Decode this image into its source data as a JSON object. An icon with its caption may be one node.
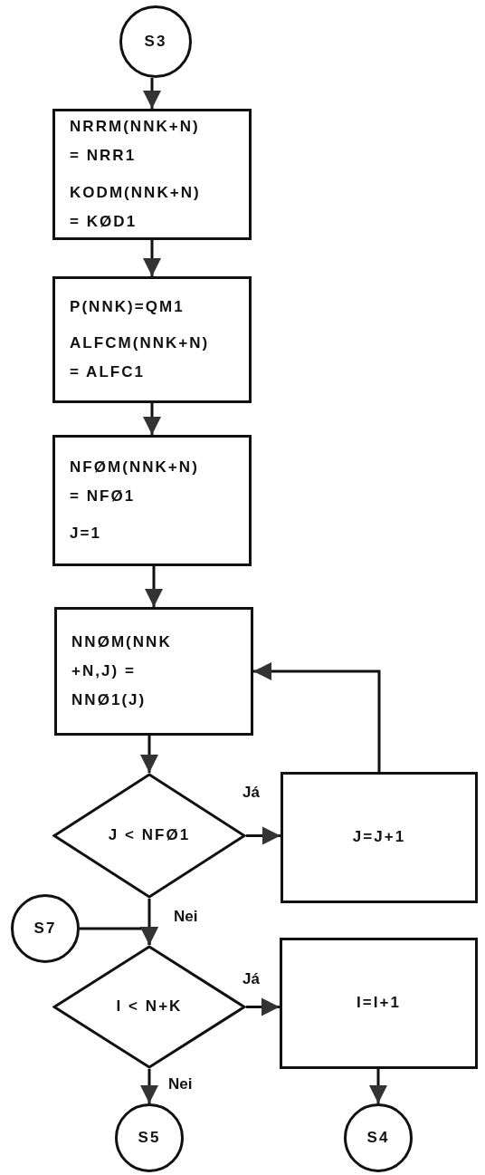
{
  "diagram": {
    "nodes": [
      {
        "text": [
          "S3"
        ]
      },
      {
        "text": [
          "NRRM(NNK+N) = NRR1",
          "KODM(NNK+N) = KØD1"
        ]
      },
      {
        "text": [
          "P(NNK)=QM1",
          "ALFCM(NNK+N) = ALFC1"
        ]
      },
      {
        "text": [
          "NFØM(NNK+N) = NFØ1",
          "J=1"
        ]
      },
      {
        "text": [
          "NNØM(NNK +N,J) = NNØ1(J)"
        ]
      },
      {
        "text": [
          "J < NFØ1"
        ]
      },
      {
        "text": [
          "J=J+1"
        ]
      },
      {
        "text": [
          "S7"
        ]
      },
      {
        "text": [
          "I < N+K"
        ]
      },
      {
        "text": [
          "I=I+1"
        ]
      },
      {
        "text": [
          "S5"
        ]
      },
      {
        "text": [
          "S4"
        ]
      }
    ],
    "edges": [
      {
        "from": 0,
        "to": 1,
        "arrow": "to"
      },
      {
        "from": 1,
        "to": 2,
        "arrow": "to"
      },
      {
        "from": 2,
        "to": 3,
        "arrow": "to"
      },
      {
        "from": 3,
        "to": 4,
        "arrow": "to"
      },
      {
        "from": 4,
        "to": 5,
        "arrow": "to"
      },
      {
        "from": 5,
        "to": 6,
        "arrow": "to",
        "label": "Já"
      },
      {
        "from": 6,
        "to": 4,
        "arrow": "to"
      },
      {
        "from": 5,
        "to": 8,
        "arrow": "to",
        "label": "Nei"
      },
      {
        "from": 7,
        "to": 8,
        "arrow": "to"
      },
      {
        "from": 8,
        "to": 9,
        "arrow": "to",
        "label": "Já"
      },
      {
        "from": 8,
        "to": 10,
        "arrow": "to",
        "label": "Nei"
      },
      {
        "from": 9,
        "to": 11,
        "arrow": "to"
      }
    ]
  }
}
